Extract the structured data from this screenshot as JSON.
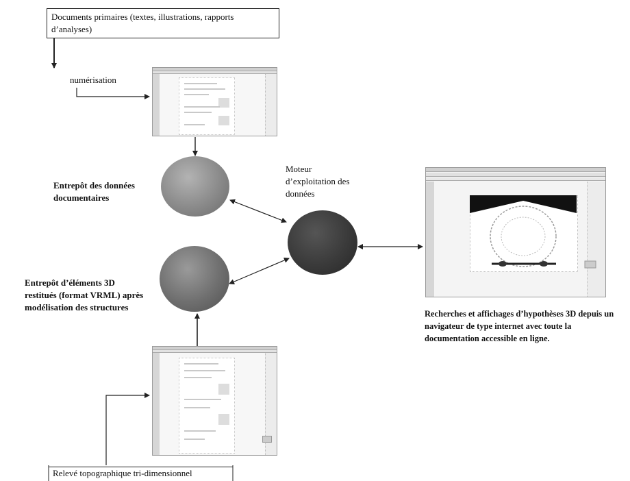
{
  "nodes": {
    "documents_primaires": "Documents primaires (textes, illustrations, rapports d’analyses)",
    "numerisation": "numérisation",
    "entrepot_donnees": "Entrepôt des données documentaires",
    "moteur": "Moteur d’exploitation des données",
    "entrepot_3d": "Entrepôt d’éléments 3D restitués (format VRML) après modélisation des structures",
    "recherches": "Recherches et affichages d’hypothèses 3D depuis un navigateur de type internet avec toute la documentation accessible en ligne.",
    "releve": "Relevé topographique tri-dimensionnel"
  },
  "colors": {
    "entrepot_donnees_fill": "#8a8a8a",
    "entrepot_3d_fill": "#6f6f6f",
    "moteur_fill": "#3a3a3a",
    "arrow": "#222222"
  },
  "icons": {
    "document_screenshot": "scanned-document-window",
    "vrml_viewer": "3d-viewer-window"
  }
}
